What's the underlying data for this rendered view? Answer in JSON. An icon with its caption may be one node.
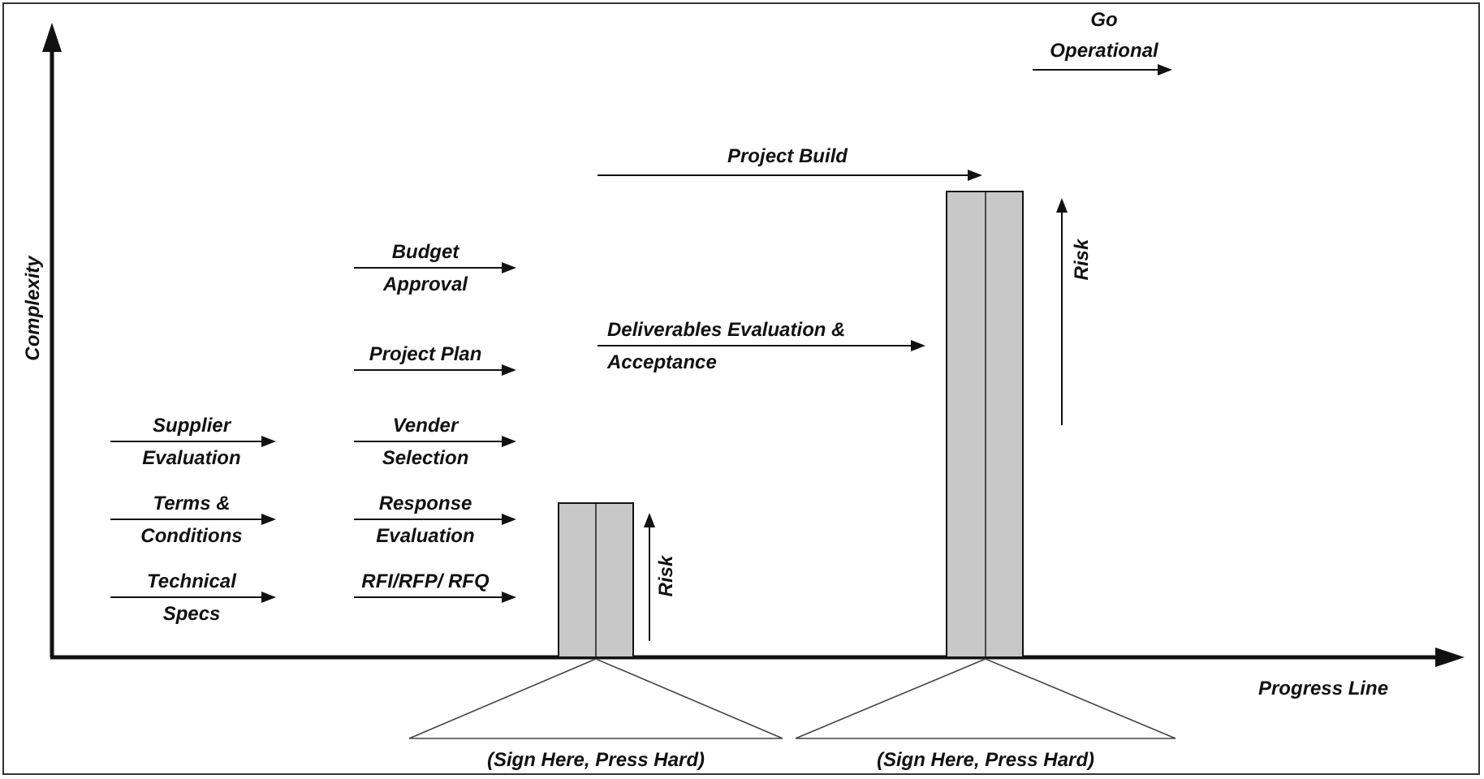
{
  "diagram": {
    "labels": [
      "Go Operational",
      "Project Build",
      "Budget Approval",
      "Risk",
      "Project Plan",
      "Deliverables Evaluation & Acceptance",
      "Complexity",
      "Supplier Evaluation",
      "Vender Selection",
      "Terms & Conditions",
      "Response Evaluation",
      "Technical Specs",
      "RFI/RFP/ RFQ",
      "Risk",
      "Progress Line",
      "(Sign Here, Press Hard)",
      "(Sign Here, Press Hard)"
    ]
  }
}
